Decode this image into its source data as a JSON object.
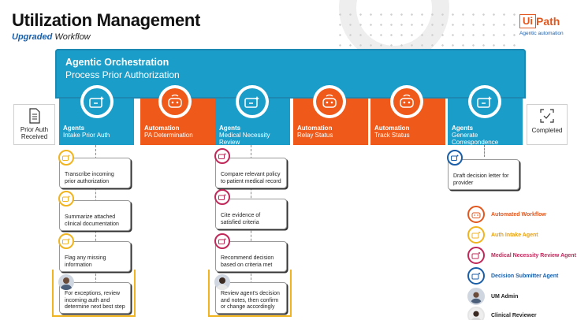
{
  "header": {
    "title": "Utilization Management",
    "subtitle_emphasis": "Upgraded",
    "subtitle_rest": "Workflow"
  },
  "logo": {
    "box": "Ui",
    "word": "Path",
    "tagline": "Agentic automation"
  },
  "orchestration": {
    "title": "Agentic Orchestration",
    "subtitle": "Process Prior Authorization"
  },
  "start": {
    "label": "Prior Auth Received"
  },
  "end": {
    "label": "Completed"
  },
  "steps": [
    {
      "kind": "Agents",
      "name": "Intake Prior Auth"
    },
    {
      "kind": "Automation",
      "name": "PA Determination"
    },
    {
      "kind": "Agents",
      "name": "Medical Necessity Review"
    },
    {
      "kind": "Automation",
      "name": "Relay Status"
    },
    {
      "kind": "Automation",
      "name": "Track Status"
    },
    {
      "kind": "Agents",
      "name": "Generate Correspondence"
    }
  ],
  "intake_tasks": [
    "Transcribe incoming prior authorization",
    "Summarize attached clinical documentation",
    "Flag any missing information",
    "For exceptions, review incoming auth and determine next best step"
  ],
  "review_tasks": [
    "Compare relevant policy to patient medical record",
    "Cite evidence of satisfied criteria",
    "Recommend decision based on criteria met",
    "Review agent's decision and notes, then confirm or change accordingly"
  ],
  "correspondence_tasks": [
    "Draft decision letter for provider"
  ],
  "legend": [
    {
      "label": "Automated Workflow",
      "color": "#e2571e",
      "icon": "robot-icon"
    },
    {
      "label": "Auth Intake Agent",
      "color": "#f0b420",
      "icon": "agent-icon"
    },
    {
      "label": "Medical Necessity Review Agent",
      "color": "#c0285a",
      "icon": "agent-icon"
    },
    {
      "label": "Decision Submitter Agent",
      "color": "#1a5ea8",
      "icon": "agent-icon"
    },
    {
      "label": "UM Admin",
      "color": "#222222",
      "icon": "person-avatar"
    },
    {
      "label": "Clinical Reviewer",
      "color": "#222222",
      "icon": "person-avatar"
    }
  ],
  "colors": {
    "agent_blue": "#1b9dc9",
    "automation_orange": "#ef5a1a",
    "intake_gold": "#f0b420",
    "review_crimson": "#c0285a",
    "submitter_blue": "#1a5ea8"
  }
}
